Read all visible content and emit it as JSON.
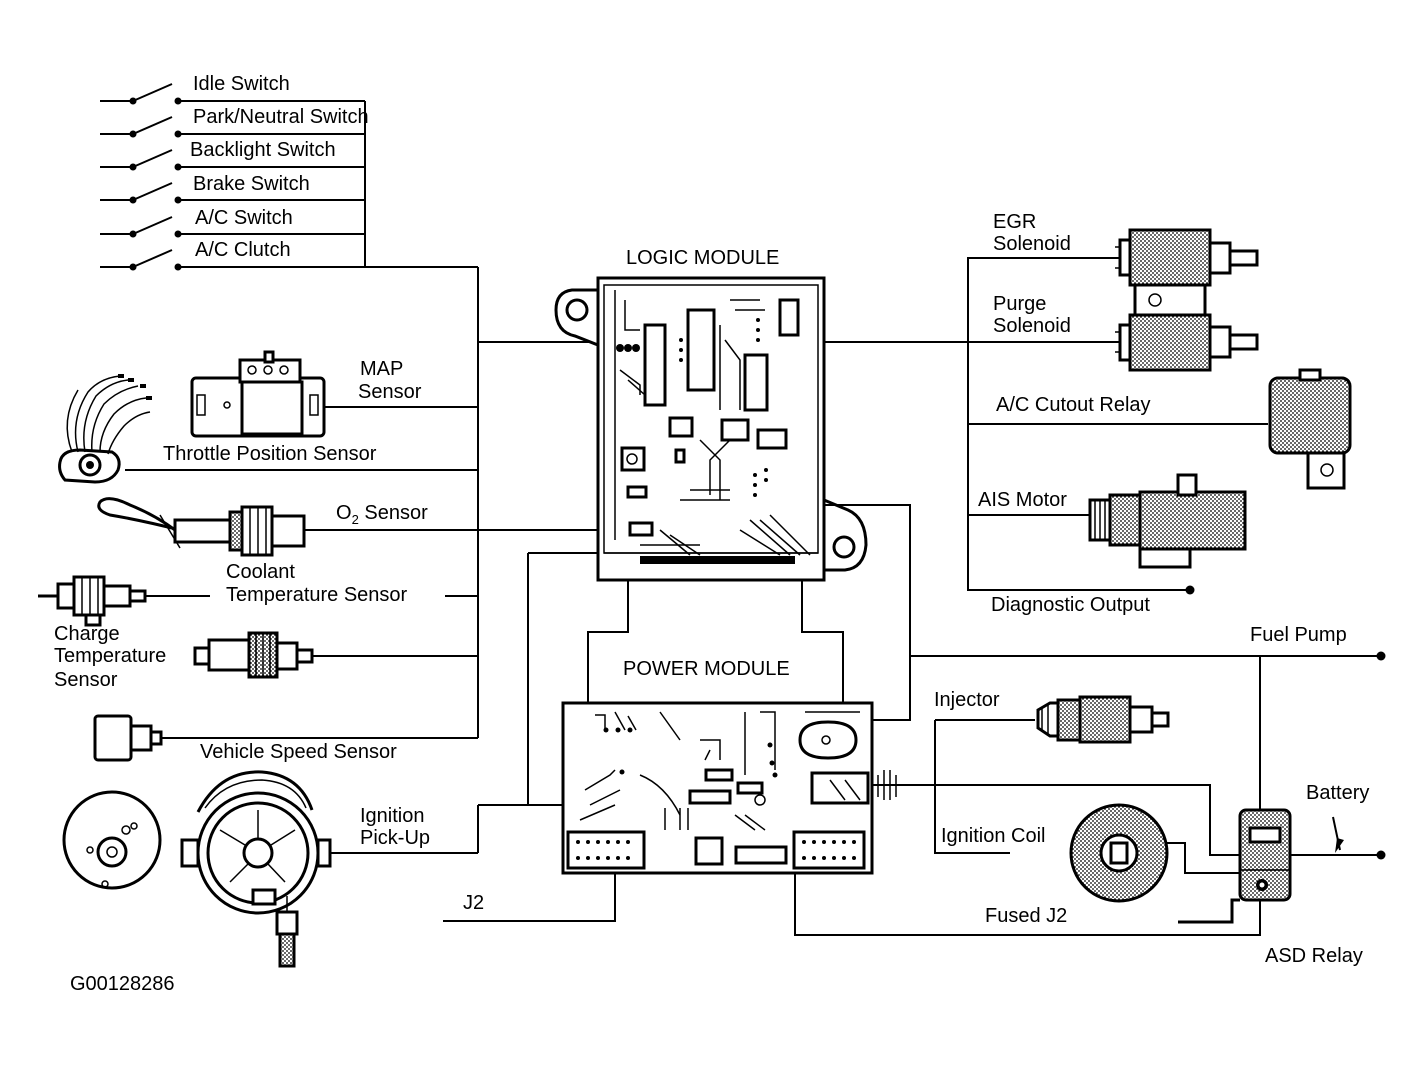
{
  "switches": [
    "Idle Switch",
    "Park/Neutral Switch",
    "Backlight Switch",
    "Brake Switch",
    "A/C Switch",
    "A/C Clutch"
  ],
  "modules": {
    "logic": "LOGIC MODULE",
    "power": "POWER MODULE"
  },
  "sensors": {
    "map_line1": "MAP",
    "map_line2": "Sensor",
    "throttle": "Throttle Position Sensor",
    "o2_main": "O",
    "o2_sub": "2",
    "o2_rest": " Sensor",
    "coolant_line1": "Coolant",
    "coolant_line2": "Temperature Sensor",
    "charge_line1": "Charge",
    "charge_line2": "Temperature",
    "charge_line3": "Sensor",
    "vehicle_speed": "Vehicle Speed Sensor",
    "ignition_line1": "Ignition",
    "ignition_line2": "Pick-Up"
  },
  "outputs": {
    "egr_line1": "EGR",
    "egr_line2": "Solenoid",
    "purge_line1": "Purge",
    "purge_line2": "Solenoid",
    "ac_cutout": "A/C Cutout Relay",
    "ais_motor": "AIS Motor",
    "diagnostic": "Diagnostic Output",
    "fuel_pump": "Fuel Pump",
    "injector": "Injector",
    "battery": "Battery",
    "ignition_coil": "Ignition Coil",
    "fused_j2": "Fused J2",
    "asd_relay": "ASD Relay",
    "j2": "J2"
  },
  "figure_id": "G00128286"
}
